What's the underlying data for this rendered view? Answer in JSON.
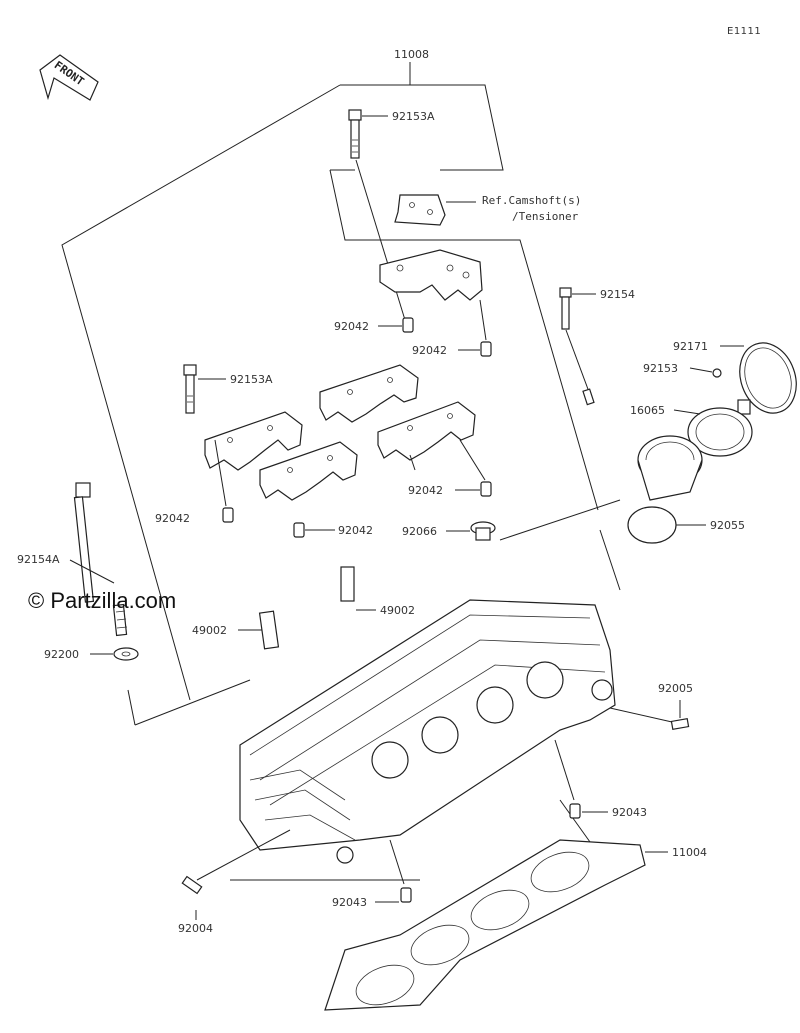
{
  "diagram_code": "E1111",
  "front_label": "FRONT",
  "watermark": "© Partzilla.com",
  "reference_note": {
    "line1": "Ref.Camshoft(s)",
    "line2": "/Tensioner"
  },
  "callouts": {
    "c11008": "11008",
    "c92153a_top": "92153A",
    "c92154": "92154",
    "c92171": "92171",
    "c92153": "92153",
    "c16065": "16065",
    "c92042_a": "92042",
    "c92042_b": "92042",
    "c92153a_left": "92153A",
    "c92042_c": "92042",
    "c92042_d": "92042",
    "c92042_e": "92042",
    "c92066": "92066",
    "c92055": "92055",
    "c92154a": "92154A",
    "c49002_a": "49002",
    "c49002_b": "49002",
    "c92200": "92200",
    "c92005": "92005",
    "c92043_a": "92043",
    "c11004": "11004",
    "c92043_b": "92043",
    "c92004": "92004"
  }
}
